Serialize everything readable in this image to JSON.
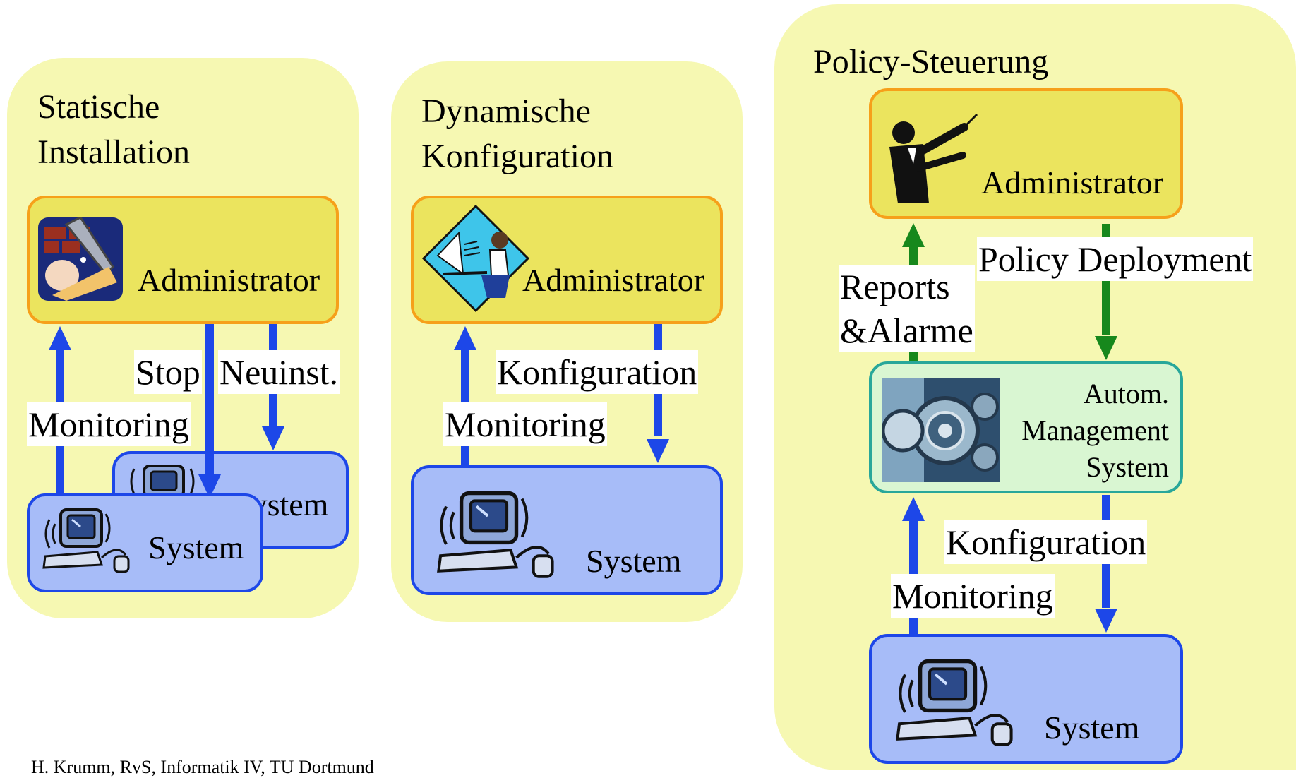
{
  "panels": [
    {
      "title": "Statische\nInstallation"
    },
    {
      "title": "Dynamische\nKonfiguration"
    },
    {
      "title": "Policy-Steuerung"
    }
  ],
  "admin_label": "Administrator",
  "system_label": "System",
  "ams_label": "Autom.\nManagement\nSystem",
  "labels": {
    "stop": "Stop",
    "neuinst": "Neuinst.",
    "monitoring": "Monitoring",
    "konfiguration": "Konfiguration",
    "reports": "Reports\n&Alarme",
    "policy_deployment": "Policy Deployment"
  },
  "footer": "H. Krumm, RvS, Informatik IV, TU Dortmund",
  "colors": {
    "panel": "#f6f8b2",
    "admin_fill": "#ebe45e",
    "admin_border": "#f6a01a",
    "system_fill": "#a7bcf8",
    "system_border": "#1d47e8",
    "ams_fill": "#d9f6d2",
    "ams_border": "#28a79a",
    "blue_arrow": "#1d47e8",
    "green_arrow": "#17881c"
  }
}
